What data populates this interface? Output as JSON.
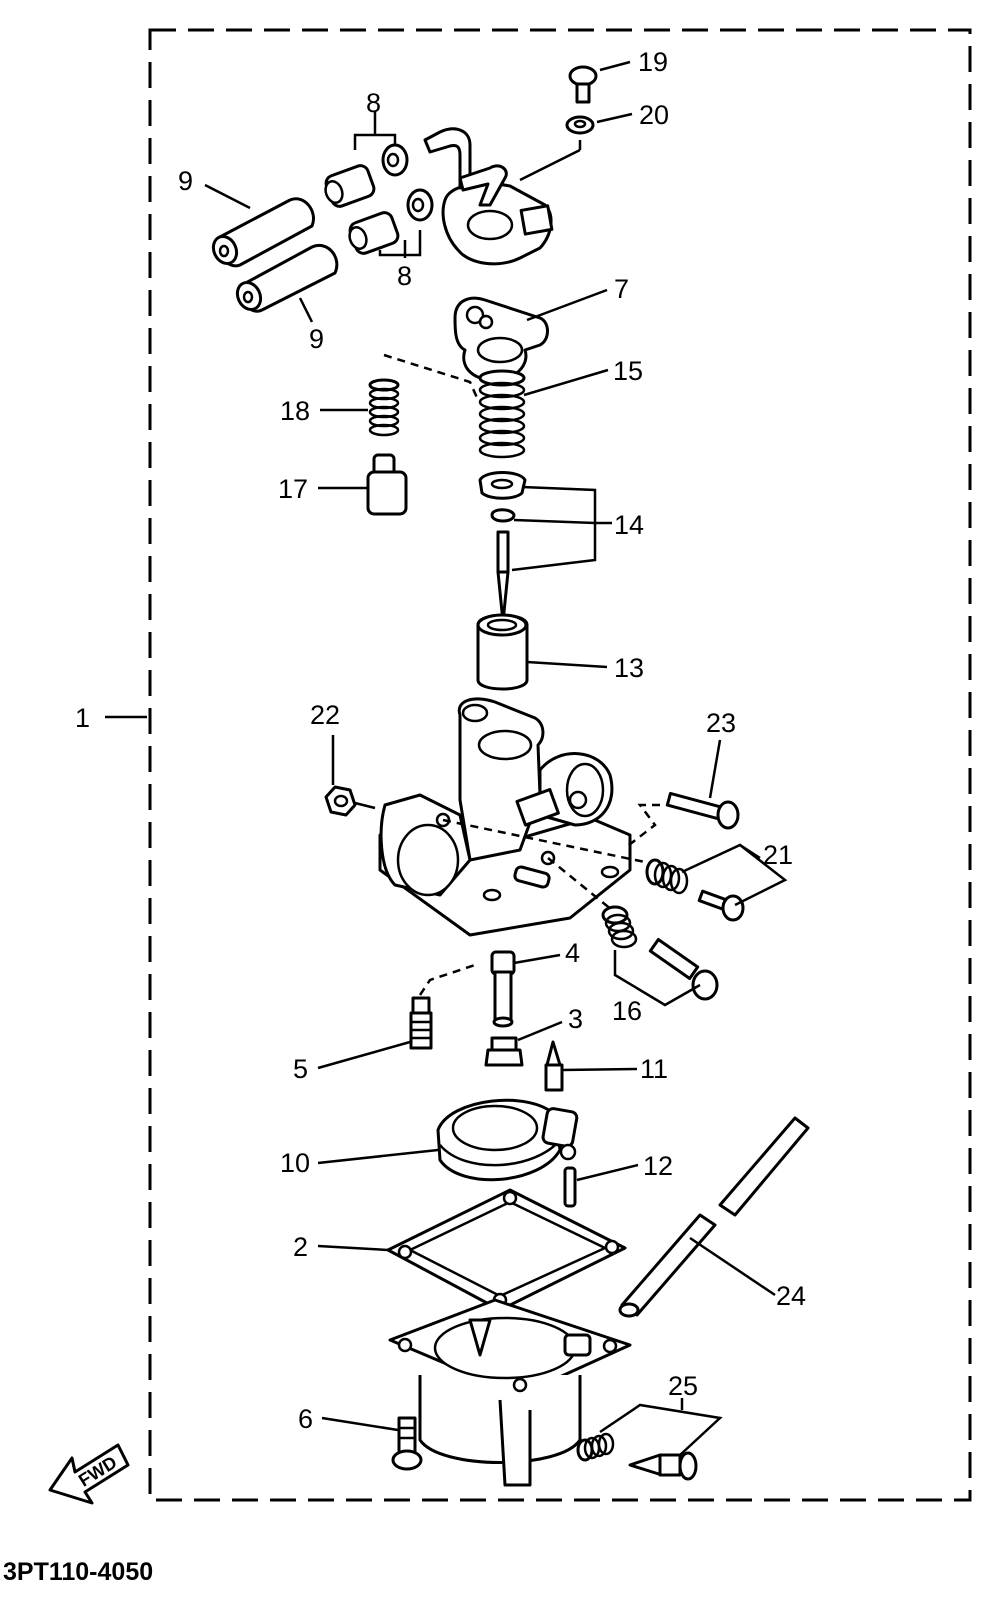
{
  "diagram_code": "3PT110-4050",
  "fwd_label": "FWD",
  "labels": [
    {
      "id": "1",
      "text": "1"
    },
    {
      "id": "2",
      "text": "2"
    },
    {
      "id": "3",
      "text": "3"
    },
    {
      "id": "4",
      "text": "4"
    },
    {
      "id": "5",
      "text": "5"
    },
    {
      "id": "6",
      "text": "6"
    },
    {
      "id": "7",
      "text": "7"
    },
    {
      "id": "8a",
      "text": "8"
    },
    {
      "id": "8b",
      "text": "8"
    },
    {
      "id": "9a",
      "text": "9"
    },
    {
      "id": "9b",
      "text": "9"
    },
    {
      "id": "10",
      "text": "10"
    },
    {
      "id": "11",
      "text": "11"
    },
    {
      "id": "12",
      "text": "12"
    },
    {
      "id": "13",
      "text": "13"
    },
    {
      "id": "14",
      "text": "14"
    },
    {
      "id": "15",
      "text": "15"
    },
    {
      "id": "16",
      "text": "16"
    },
    {
      "id": "17",
      "text": "17"
    },
    {
      "id": "18",
      "text": "18"
    },
    {
      "id": "19",
      "text": "19"
    },
    {
      "id": "20",
      "text": "20"
    },
    {
      "id": "21",
      "text": "21"
    },
    {
      "id": "22",
      "text": "22"
    },
    {
      "id": "23",
      "text": "23"
    },
    {
      "id": "24",
      "text": "24"
    },
    {
      "id": "25",
      "text": "25"
    }
  ]
}
